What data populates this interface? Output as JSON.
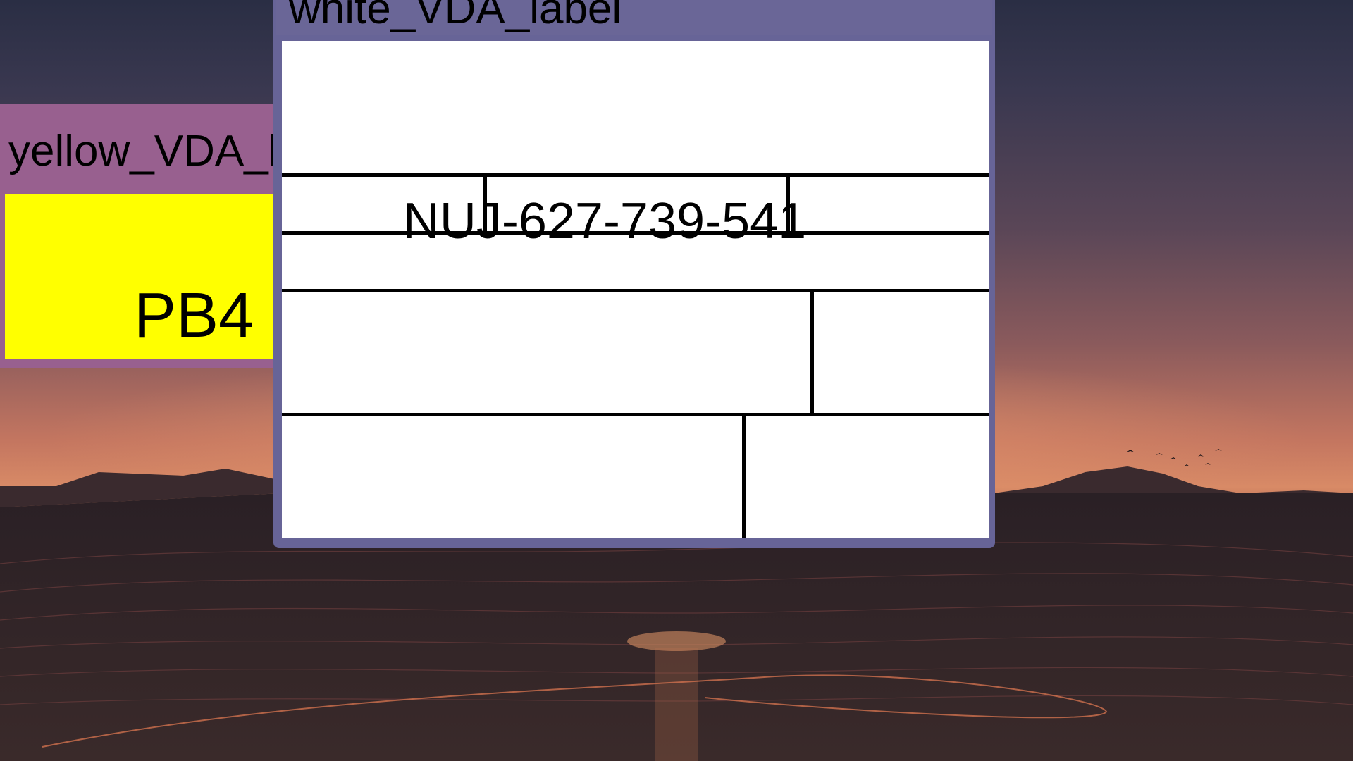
{
  "windows": {
    "white": {
      "title": "white_VDA_label",
      "barcode_text": "NUJ-627-739-541",
      "background_color": "#676497",
      "label_color": "#ffffff"
    },
    "yellow": {
      "title": "yellow_VDA_label",
      "code": "PB4",
      "background_color": "#98608f",
      "label_color": "#ffff00"
    }
  }
}
